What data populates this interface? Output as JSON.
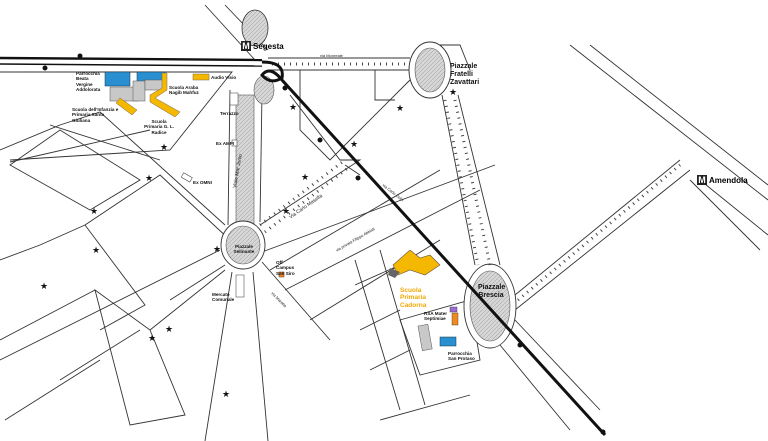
{
  "metro_stations": [
    {
      "letter": "M",
      "name": "Segesta"
    },
    {
      "letter": "M",
      "name": "Amendola"
    }
  ],
  "squares": {
    "zavattari": "Piazzale Fratelli Zavattari",
    "selinunte": "Piazzale Selinunte",
    "brescia": "Piazzale Brescia"
  },
  "streets": {
    "monreale": "via Monreale",
    "mar_jonio": "Viale Mar Jonio",
    "carlo_masella": "Via Carlo Masella",
    "carlo_dolci": "via Carlo Dolci",
    "abbiati": "via privata Filippo Abbiati",
    "maratta": "via Maratta"
  },
  "places": {
    "parrocchia_addolorata": "Parrocchia Beata Vergine Addolorata",
    "scuola_araba": "Scuola Araba Nagib Mahfuz",
    "audio_visio": "Audio Visio",
    "santa_giuliana": "Scuola dell'Infanzia e Primaria Santa Giuliana",
    "radice": "Scuola Primaria G. L. Radice",
    "terrazzo": "Terrazzo",
    "ex_ampi": "Ex AMPI",
    "ex_omni": "Ex OMNI",
    "off_campus": "Off Campus San Siro",
    "mercato": "Mercato Comunale",
    "cadorna": "Scuola Primaria Cadorna",
    "rsa": "RSA Mater Septimiae",
    "san_protaso": "Parrocchia San Protaso"
  },
  "colors": {
    "school": "#f5b800",
    "church": "#2a8fd0",
    "gray": "#c8c8c8",
    "rsa": "#9b6ad6",
    "orange": "#f08a20"
  }
}
